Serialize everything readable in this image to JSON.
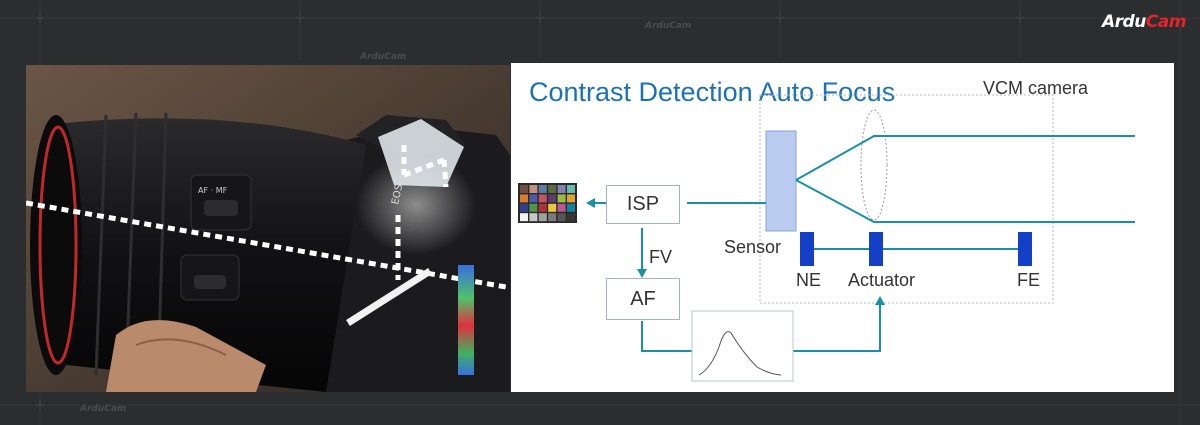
{
  "brand": {
    "logo_main": "Ardu",
    "logo_accent": "Cam",
    "watermark": "ArduCam"
  },
  "diagram": {
    "title": "Contrast Detection Auto Focus",
    "vcm_label": "VCM camera",
    "isp_label": "ISP",
    "af_label": "AF",
    "fv_label": "FV",
    "sensor_label": "Sensor",
    "ne_label": "NE",
    "actuator_label": "Actuator",
    "fe_label": "FE"
  },
  "colors": {
    "title": "#1c72b8",
    "line": "#1a90a8",
    "sensor_fill": "#b9ccef",
    "actuator_fill": "#1440c8",
    "background": "#2b2d2f"
  }
}
